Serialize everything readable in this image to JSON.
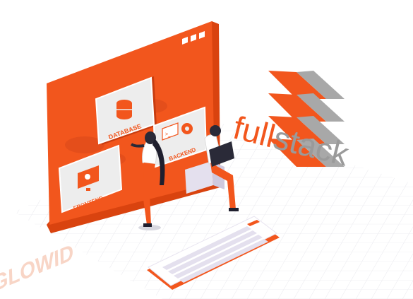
{
  "illustration": {
    "labels": {
      "database": "DATABASE",
      "backend": "BACKEND",
      "frontend": "FRONTEND"
    },
    "watermark": "AGLOWID",
    "brand_word_part1": "full",
    "brand_word_part2": "stack"
  },
  "colors": {
    "accent": "#f2561d",
    "accent_dark": "#d9430f",
    "panel_gray": "#ededed",
    "text_gray": "#c9c9c9",
    "stack_gray": "#9a9a9a",
    "keyboard_key": "#e4e0ee",
    "dark": "#1f1f2e"
  }
}
